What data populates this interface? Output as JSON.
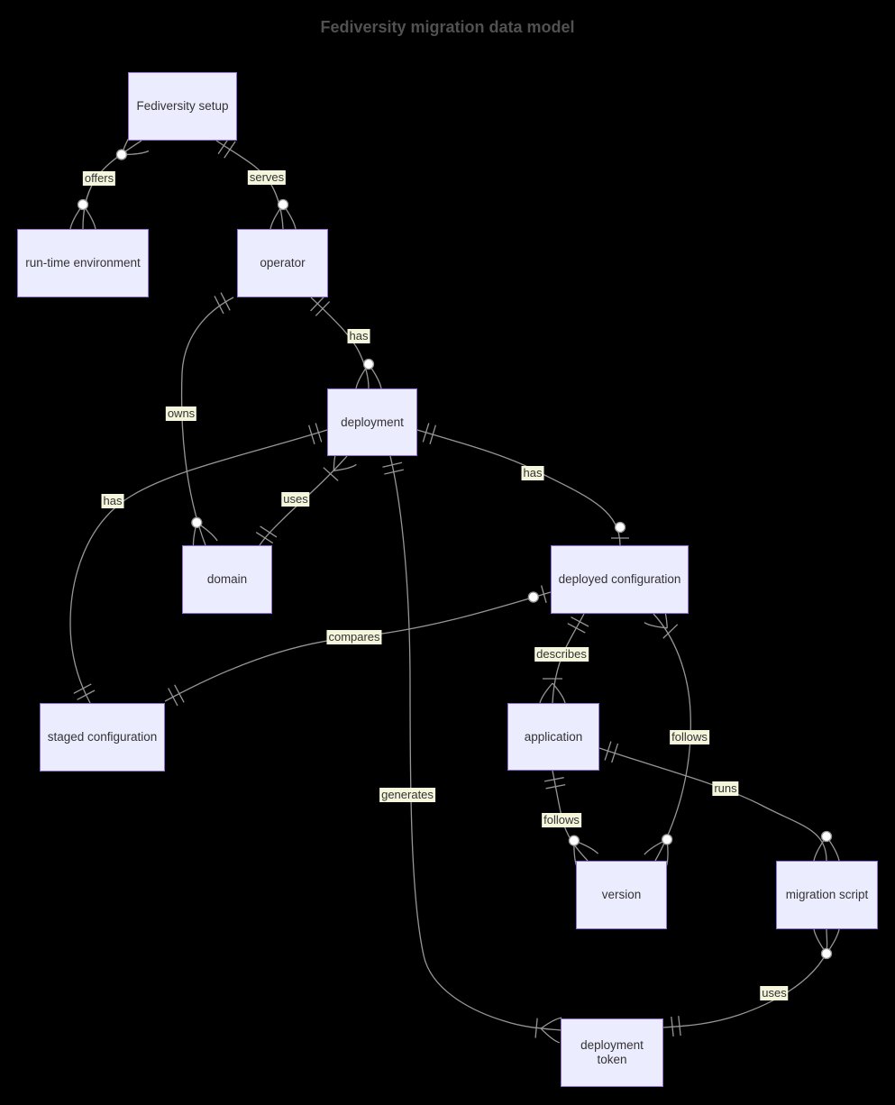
{
  "title": "Fediversity migration data model",
  "diagram_type": "entity-relationship",
  "colors": {
    "background": "#000000",
    "entity_fill": "#ECECFF",
    "entity_border": "#9370DB",
    "edge": "#969696",
    "marker_fill": "#ffffff",
    "label_background": "#f5f6dc",
    "text": "#333333",
    "title_text": "#515151"
  },
  "entities": [
    {
      "id": "fediversity-setup",
      "label": "Fediversity setup"
    },
    {
      "id": "runtime-environment",
      "label": "run-time environment"
    },
    {
      "id": "operator",
      "label": "operator"
    },
    {
      "id": "deployment",
      "label": "deployment"
    },
    {
      "id": "domain",
      "label": "domain"
    },
    {
      "id": "deployed-configuration",
      "label": "deployed configuration"
    },
    {
      "id": "staged-configuration",
      "label": "staged configuration"
    },
    {
      "id": "application",
      "label": "application"
    },
    {
      "id": "version",
      "label": "version"
    },
    {
      "id": "migration-script",
      "label": "migration script"
    },
    {
      "id": "deployment-token",
      "label": "deployment token"
    }
  ],
  "relationships": [
    {
      "id": "offers",
      "label": "offers",
      "from": "fediversity-setup",
      "to": "runtime-environment",
      "from_cardinality": "zero-or-many",
      "to_cardinality": "zero-or-many"
    },
    {
      "id": "serves",
      "label": "serves",
      "from": "fediversity-setup",
      "to": "operator",
      "from_cardinality": "exactly-one",
      "to_cardinality": "zero-or-many"
    },
    {
      "id": "owns",
      "label": "owns",
      "from": "operator",
      "to": "domain",
      "from_cardinality": "exactly-one",
      "to_cardinality": "zero-or-many"
    },
    {
      "id": "has-operator-deployment",
      "label": "has",
      "from": "operator",
      "to": "deployment",
      "from_cardinality": "exactly-one",
      "to_cardinality": "zero-or-many"
    },
    {
      "id": "uses-deployment-domain",
      "label": "uses",
      "from": "deployment",
      "to": "domain",
      "from_cardinality": "one-or-many",
      "to_cardinality": "exactly-one"
    },
    {
      "id": "has-deployment-staged-configuration",
      "label": "has",
      "from": "deployment",
      "to": "staged-configuration",
      "from_cardinality": "exactly-one",
      "to_cardinality": "exactly-one"
    },
    {
      "id": "has-deployment-deployed-configuration",
      "label": "has",
      "from": "deployment",
      "to": "deployed-configuration",
      "from_cardinality": "exactly-one",
      "to_cardinality": "zero-or-one"
    },
    {
      "id": "compares",
      "label": "compares",
      "from": "staged-configuration",
      "to": "deployed-configuration",
      "from_cardinality": "exactly-one",
      "to_cardinality": "zero-or-one"
    },
    {
      "id": "describes",
      "label": "describes",
      "from": "deployed-configuration",
      "to": "application",
      "from_cardinality": "exactly-one",
      "to_cardinality": "one-or-many"
    },
    {
      "id": "follows-deployed-configuration-version",
      "label": "follows",
      "from": "deployed-configuration",
      "to": "version",
      "from_cardinality": "one-or-many",
      "to_cardinality": "zero-or-many"
    },
    {
      "id": "follows-application-version",
      "label": "follows",
      "from": "application",
      "to": "version",
      "from_cardinality": "exactly-one",
      "to_cardinality": "zero-or-many"
    },
    {
      "id": "runs",
      "label": "runs",
      "from": "application",
      "to": "migration-script",
      "from_cardinality": "exactly-one",
      "to_cardinality": "zero-or-many"
    },
    {
      "id": "generates",
      "label": "generates",
      "from": "deployment",
      "to": "deployment-token",
      "from_cardinality": "exactly-one",
      "to_cardinality": "one-or-many"
    },
    {
      "id": "uses-migration-script-deployment-token",
      "label": "uses",
      "from": "migration-script",
      "to": "deployment-token",
      "from_cardinality": "zero-or-many",
      "to_cardinality": "exactly-one"
    }
  ]
}
